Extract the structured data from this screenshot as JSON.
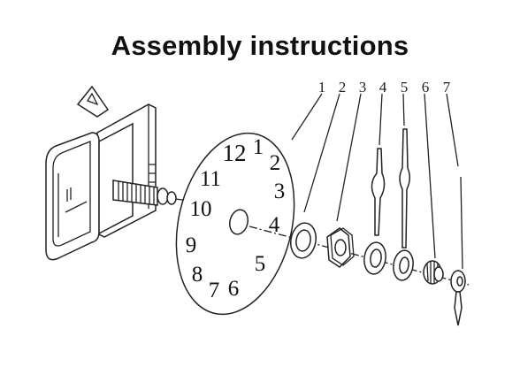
{
  "title": "Assembly instructions",
  "dial_numerals": [
    "12",
    "1",
    "2",
    "3",
    "4",
    "5",
    "6",
    "7",
    "8",
    "9",
    "10",
    "11"
  ],
  "part_labels": [
    "1",
    "2",
    "3",
    "4",
    "5",
    "6",
    "7"
  ]
}
